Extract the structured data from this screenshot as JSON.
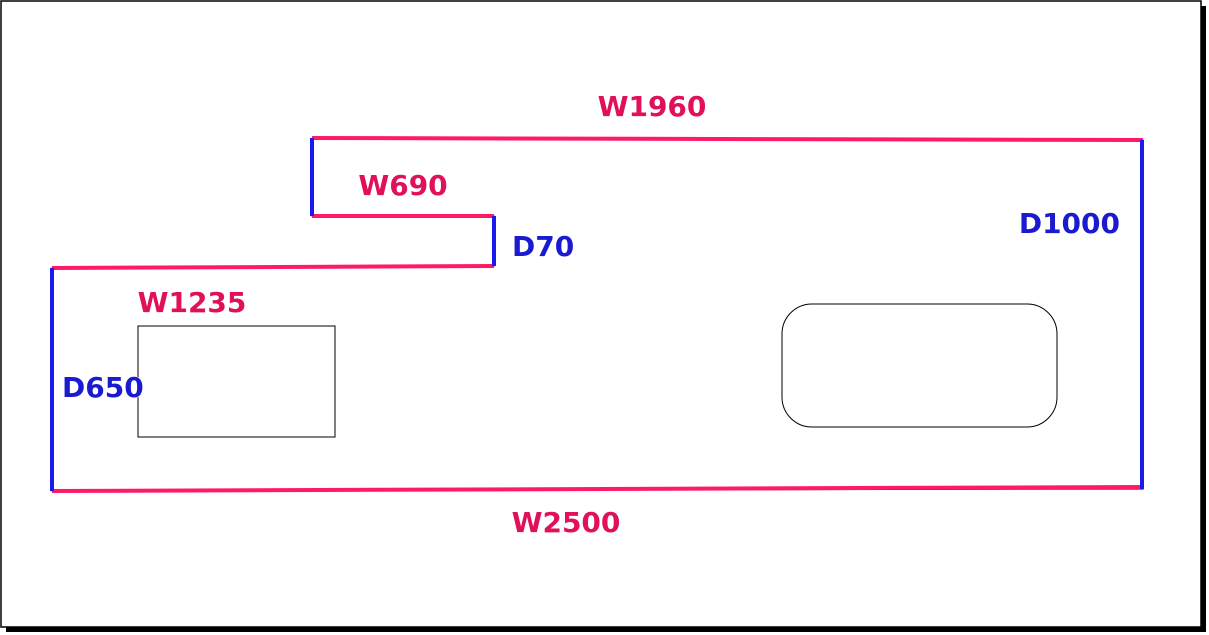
{
  "colors": {
    "width_line": "#ff1a66",
    "depth_line": "#1a1aee",
    "width_label": "#e0105a",
    "depth_label": "#1a1ad0",
    "outline": "#000000",
    "label_outline": "#ffffff"
  },
  "dimensions": {
    "top_width": "W1960",
    "step_width": "W690",
    "step_depth": "D70",
    "right_depth": "D1000",
    "left_depth": "D650",
    "bottom_width": "W2500",
    "cutout_width": "W1235"
  }
}
